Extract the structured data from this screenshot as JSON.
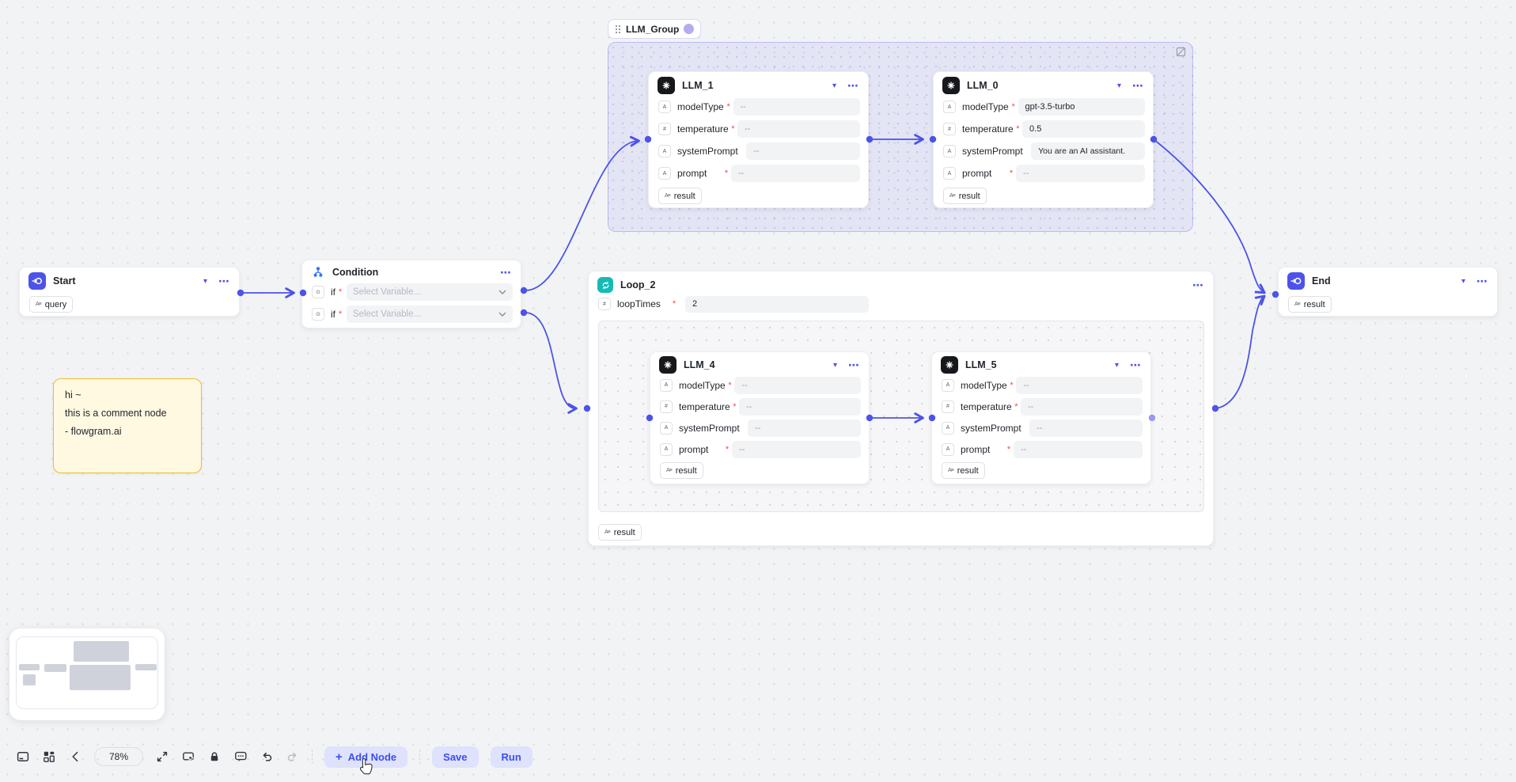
{
  "group": {
    "title": "LLM_Group"
  },
  "ui": {
    "required_marker": "*",
    "collapse_icon": "▾",
    "more_icon": "⋯",
    "icons": {
      "string_type": "A",
      "number_type": "#",
      "tag_type": "A≡",
      "if_type": "⊙"
    }
  },
  "nodes": {
    "start": {
      "title": "Start",
      "outputs": [
        "query"
      ]
    },
    "condition": {
      "title": "Condition",
      "branches": [
        {
          "label": "if",
          "placeholder": "Select Variable..."
        },
        {
          "label": "if",
          "placeholder": "Select Variable..."
        }
      ]
    },
    "llm1": {
      "title": "LLM_1",
      "fields": [
        {
          "label": "modelType",
          "value": "--",
          "required": true
        },
        {
          "label": "temperature",
          "value": "--",
          "required": true
        },
        {
          "label": "systemPrompt",
          "value": "--",
          "required": false
        },
        {
          "label": "prompt",
          "value": "--",
          "required": true
        }
      ],
      "outputs": [
        "result"
      ]
    },
    "llm0": {
      "title": "LLM_0",
      "fields": [
        {
          "label": "modelType",
          "value": "gpt-3.5-turbo",
          "required": true
        },
        {
          "label": "temperature",
          "value": "0.5",
          "required": true
        },
        {
          "label": "systemPrompt",
          "value": "You are an AI assistant.",
          "required": false
        },
        {
          "label": "prompt",
          "value": "--",
          "required": true
        }
      ],
      "outputs": [
        "result"
      ]
    },
    "loop": {
      "title": "Loop_2",
      "fields": [
        {
          "label": "loopTimes",
          "value": "2",
          "required": true
        }
      ],
      "outputs": [
        "result"
      ]
    },
    "llm4": {
      "title": "LLM_4",
      "fields": [
        {
          "label": "modelType",
          "value": "--",
          "required": true
        },
        {
          "label": "temperature",
          "value": "--",
          "required": true
        },
        {
          "label": "systemPrompt",
          "value": "--",
          "required": false
        },
        {
          "label": "prompt",
          "value": "--",
          "required": true
        }
      ],
      "outputs": [
        "result"
      ]
    },
    "llm5": {
      "title": "LLM_5",
      "fields": [
        {
          "label": "modelType",
          "value": "--",
          "required": true
        },
        {
          "label": "temperature",
          "value": "--",
          "required": true
        },
        {
          "label": "systemPrompt",
          "value": "--",
          "required": false
        },
        {
          "label": "prompt",
          "value": "--",
          "required": true
        }
      ],
      "outputs": [
        "result"
      ]
    },
    "end": {
      "title": "End",
      "outputs": [
        "result"
      ]
    }
  },
  "comment": {
    "lines": [
      "hi ~",
      "this is a comment node",
      "- flowgram.ai"
    ]
  },
  "toolbar": {
    "zoom": "78%",
    "add_node_label": "Add Node",
    "save_label": "Save",
    "run_label": "Run"
  },
  "colors": {
    "accent": "#4c53e8",
    "required": "#f54a45",
    "loop_icon": "#15bab6",
    "condition_icon": "#3370ff",
    "comment_border": "#f0ba30",
    "comment_bg": "#fff9e1"
  }
}
